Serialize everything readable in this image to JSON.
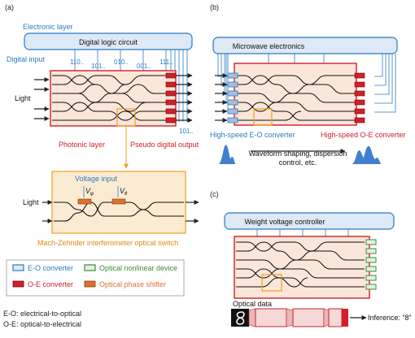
{
  "colors": {
    "electronic_blue": "#2b7bbf",
    "box_fill": "#dde9f6",
    "photonic_red": "#d0202a",
    "photonic_fill": "#fbe6da",
    "switch_orange": "#f0a020",
    "switch_fill": "#fcebd3",
    "modulator_fill": "#e07030",
    "nonlinear_green": "#3f8a3a",
    "eo_fill": "#a8bce0",
    "waveform_blue": "#3f7fd0"
  },
  "panel_a": {
    "label": "(a)",
    "electronic_layer": "Electronic layer",
    "digital_logic_circuit": "Digital logic circuit",
    "digital_input": "Digital input",
    "bits": [
      "110..",
      "101..",
      "010..",
      "001..",
      "111.."
    ],
    "light": "Light",
    "photonic_layer": "Photonic layer",
    "output_bits": "101..",
    "pseudo_digital_output": "Pseudo digital output",
    "voltage_input": "Voltage input",
    "v_phi": "φ",
    "v_theta": "θ",
    "v_symbol": "V",
    "switch_light": "Light",
    "mzi_caption": "Mach-Zehnder interferometer optical switch"
  },
  "panel_b": {
    "label": "(b)",
    "microwave_electronics": "Microwave electronics",
    "eo_converter": "High-speed E-O converter",
    "oe_converter": "High-speed O-E converter",
    "caption_line1": "Waveform shaping, dispersion",
    "caption_line2": "control, etc."
  },
  "panel_c": {
    "label": "(c)",
    "weight_controller": "Weight voltage controller",
    "optical_data": "Optical data",
    "inference": "Inference: “8”"
  },
  "legend": {
    "items": [
      {
        "label": "E-O converter",
        "color": "#2b7bbf"
      },
      {
        "label": "Optical nonlinear device",
        "color": "#3f8a3a"
      },
      {
        "label": "O-E converter",
        "color": "#d0202a"
      },
      {
        "label": "Optical phase shifter",
        "color": "#e07030"
      }
    ]
  },
  "footnotes": {
    "line1": "E-O: electrical-to-optical",
    "line2": "O-E: optical-to-electrical"
  }
}
